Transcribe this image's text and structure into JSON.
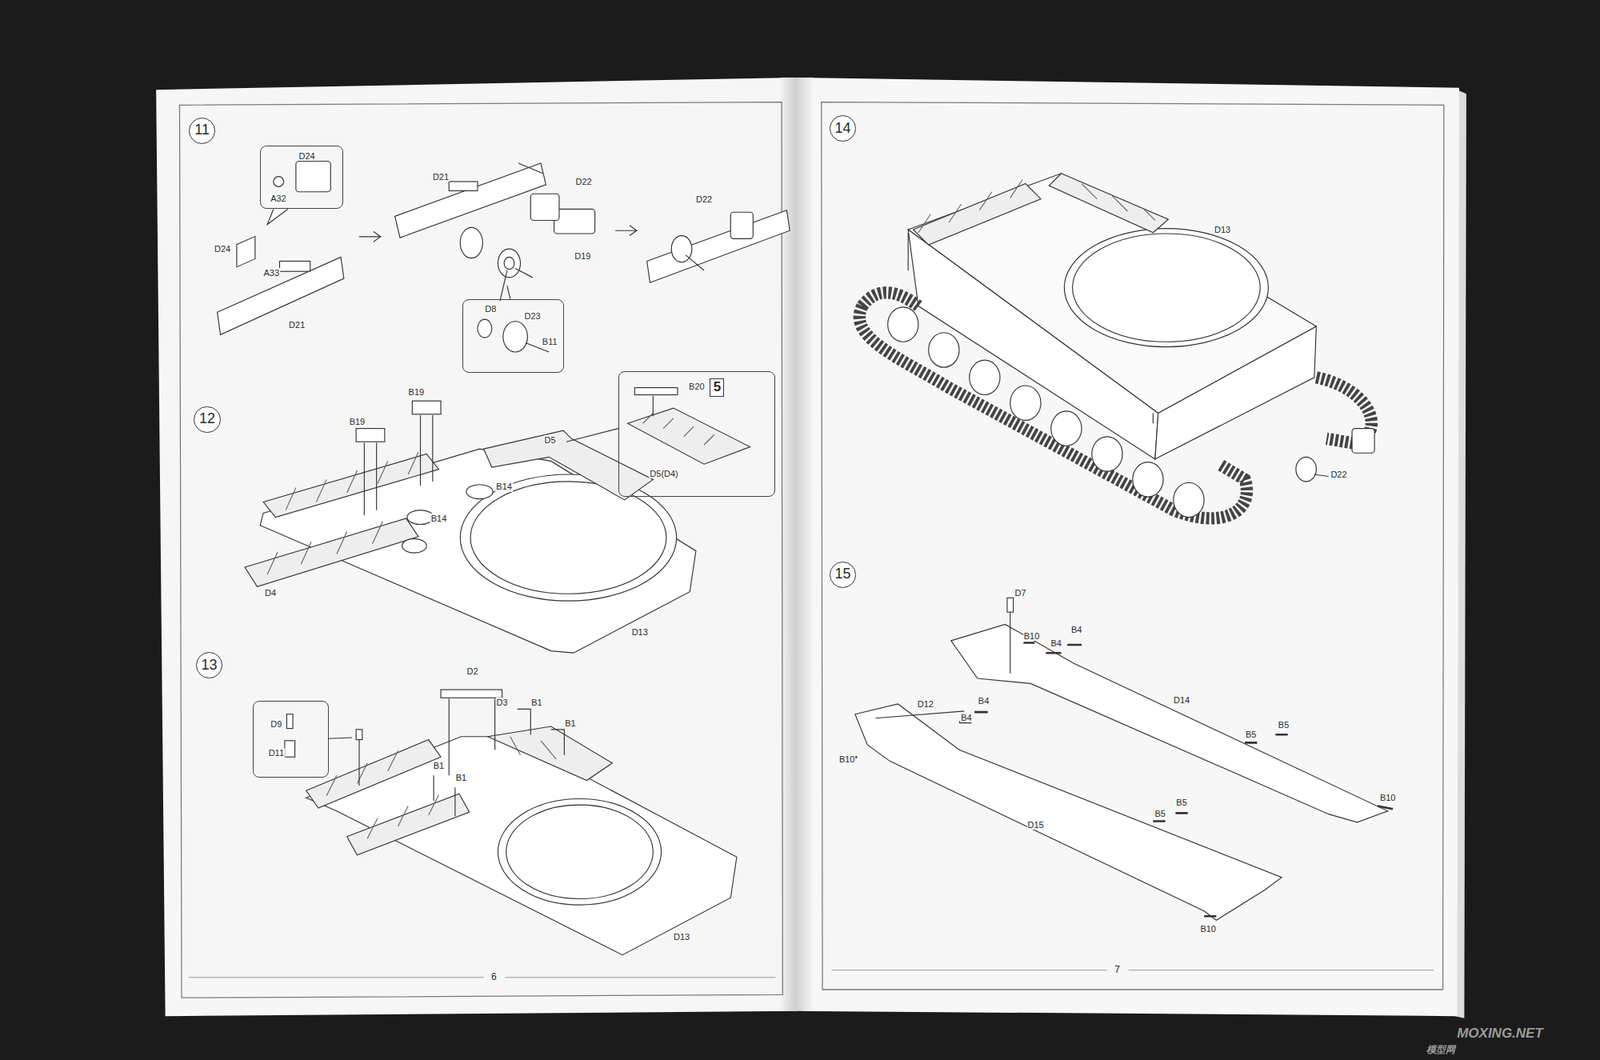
{
  "diagram": {
    "nodes": [
      {
        "text": [
          "11"
        ]
      },
      {
        "text": [
          "D24",
          "A32"
        ]
      },
      {
        "text": [
          "D8",
          "D23",
          "B11"
        ]
      },
      {
        "text": [
          "12"
        ]
      },
      {
        "text": [
          "B20",
          "D5(D4)"
        ]
      },
      {
        "text": [
          "5"
        ],
        "in": 4
      },
      {
        "text": [
          "13"
        ]
      },
      {
        "text": [
          "D9",
          "D11"
        ]
      },
      {
        "text": [
          "14"
        ]
      },
      {
        "text": [
          "15"
        ]
      }
    ],
    "labels": [
      "D24",
      "A33",
      "D21",
      "D21",
      "D22",
      "D19",
      "D22",
      "B19",
      "B19",
      "D5",
      "B14",
      "B14",
      "D4",
      "D13",
      "D2",
      "D3",
      "B1",
      "B1",
      "B1",
      "B1",
      "D13",
      "D13",
      "D22",
      "D7",
      "B10",
      "B4",
      "B4",
      "D14",
      "D12",
      "B4",
      "B4",
      "B10",
      "B5",
      "B5",
      "B5",
      "B5",
      "D15",
      "B10",
      "B10",
      "6",
      "7",
      "MOXING.NET",
      "模型网"
    ]
  }
}
